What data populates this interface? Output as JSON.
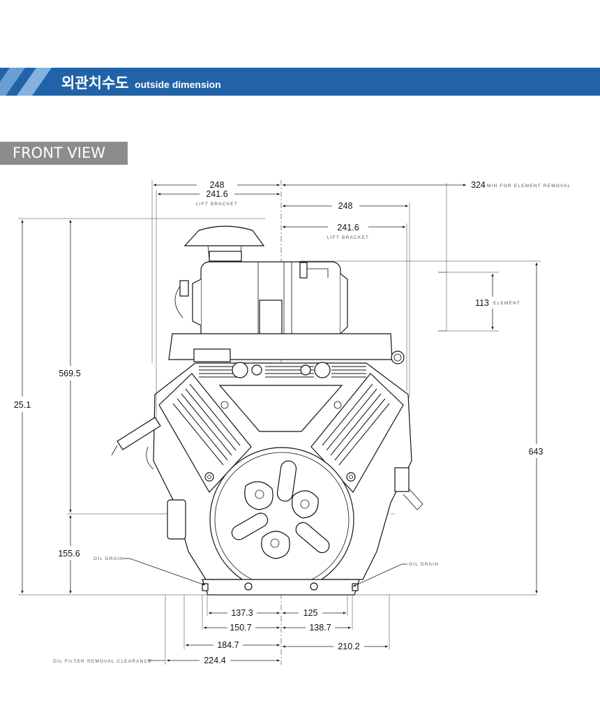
{
  "header": {
    "title_ko": "외관치수도",
    "title_en": "outside dimension"
  },
  "view_label": "FRONT VIEW",
  "dimensions": {
    "top_left_248": "248",
    "top_left_241_6": "241.6",
    "lift_bracket_left": "LIFT BRACKET",
    "top_right_248": "248",
    "top_right_241_6": "241.6",
    "lift_bracket_right": "LIFT BRACKET",
    "min_324": "324",
    "min_note": "MIN FOR ELEMENT REMOVAL",
    "element_113": "113",
    "element_note": "ELEMENT",
    "height_569_5": "569.5",
    "height_25_1": "25.1",
    "height_643": "643",
    "height_155_6": "155.6",
    "oil_drain_left": "OIL DRAIN",
    "oil_drain_right": "OIL DRAIN",
    "bottom_137_3": "137.3",
    "bottom_125": "125",
    "bottom_150_7": "150.7",
    "bottom_138_7": "138.7",
    "bottom_184_7": "184.7",
    "bottom_210_2": "210.2",
    "bottom_224_4": "224.4",
    "oil_filter_note": "OIL FILTER REMOVAL CLEARANCE"
  }
}
